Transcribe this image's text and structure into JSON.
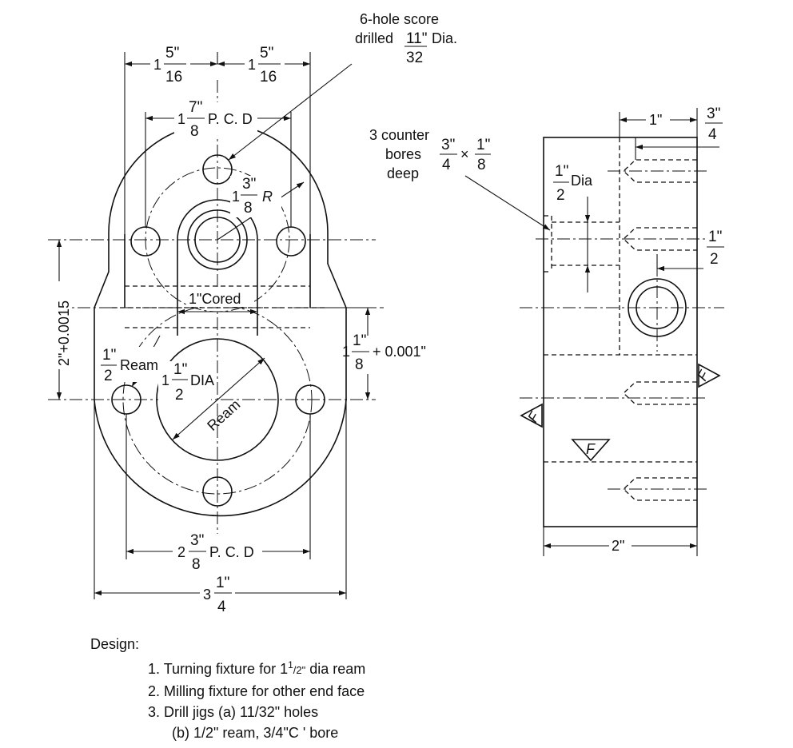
{
  "callouts": {
    "score_line1": "6-hole score",
    "score_line2": "drilled",
    "score_num": "11\"",
    "score_den": "32",
    "score_unit": "Dia.",
    "counter_line1": "3 counter",
    "counter_line2": "bores",
    "counter_line3": "deep",
    "cb_num1": "3\"",
    "cb_den1": "4",
    "cb_times": "×",
    "cb_num2": "1\"",
    "cb_den2": "8"
  },
  "front_view": {
    "dim_left_whole": "1",
    "dim_left_num": "5\"",
    "dim_left_den": "16",
    "dim_right_whole": "1",
    "dim_right_num": "5\"",
    "dim_right_den": "16",
    "pcd_top_whole": "1",
    "pcd_top_num": "7\"",
    "pcd_top_den": "8",
    "pcd_top_suffix": "P. C. D",
    "radius_whole": "1",
    "radius_num": "3\"",
    "radius_den": "8",
    "radius_suffix": "R",
    "cored": "1\"Cored",
    "height_dim": "2\"+0.0015",
    "right_dim_whole": "1",
    "right_dim_num": "1\"",
    "right_dim_den": "8",
    "right_dim_suffix": "+ 0.001\"",
    "ream_small_num": "1\"",
    "ream_small_den": "2",
    "ream_small_label": "Ream",
    "dia_whole": "1",
    "dia_num": "1\"",
    "dia_den": "2",
    "dia_suffix": "DIA",
    "ream_large_label": "Ream",
    "pcd_bottom_whole": "2",
    "pcd_bottom_num": "3\"",
    "pcd_bottom_den": "8",
    "pcd_bottom_suffix": "P. C. D",
    "overall_whole": "3",
    "overall_num": "1\"",
    "overall_den": "4"
  },
  "side_view": {
    "top_dim": "1\"",
    "top_right_num": "3\"",
    "top_right_den": "4",
    "hole_num": "1\"",
    "hole_den": "2",
    "hole_suffix": "Dia",
    "right_num": "1\"",
    "right_den": "2",
    "finish_mark": "F",
    "bottom_dim": "2\""
  },
  "notes": {
    "heading": "Design:",
    "item1": "1. Turning fixture for 1",
    "item1_sup": "1",
    "item1_sub": "/2\"",
    "item1_tail": " dia ream",
    "item2": "2. Milling fixture for other end face",
    "item3": "3. Drill jigs (a) 11/32\" holes",
    "item3b": "(b) 1/2\" ream, 3/4\"C ' bore"
  }
}
